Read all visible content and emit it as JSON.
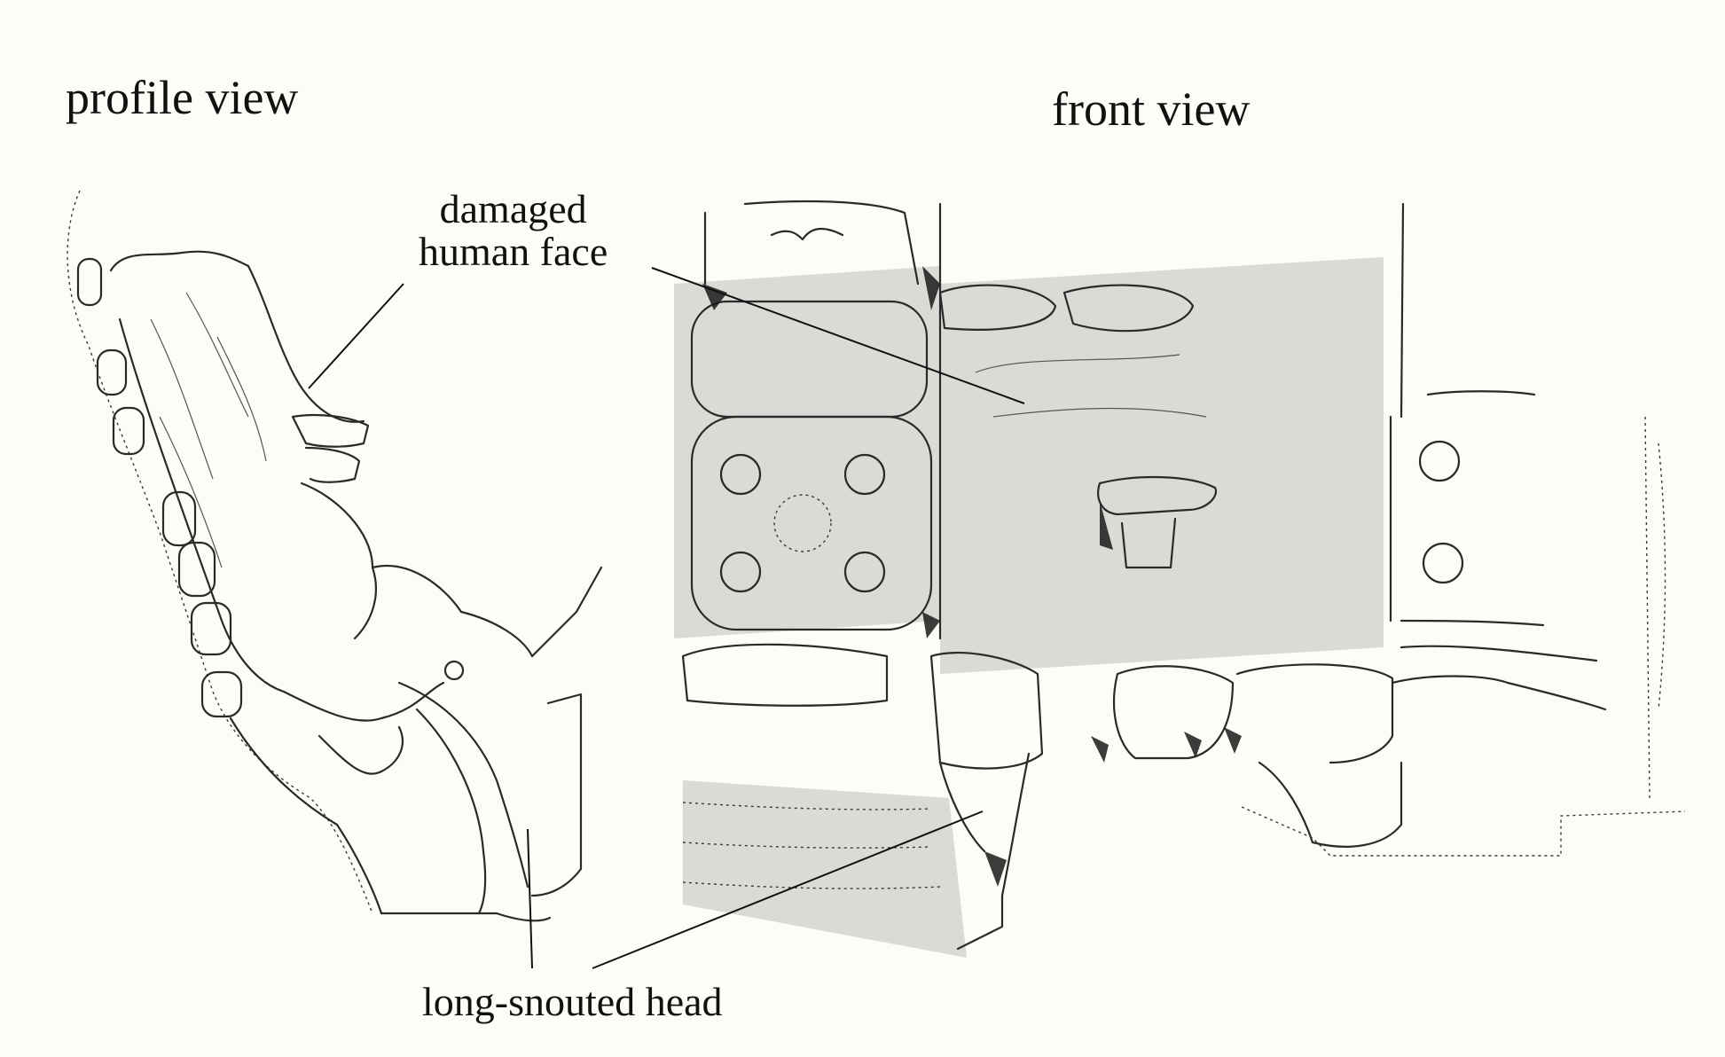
{
  "titles": {
    "profile": "profile view",
    "front": "front view"
  },
  "callouts": {
    "damaged_face_line1": "damaged",
    "damaged_face_line2": "human face",
    "snout_head": "long-snouted head"
  },
  "colors": {
    "background": "#fdfcf6",
    "ink": "#111111"
  }
}
